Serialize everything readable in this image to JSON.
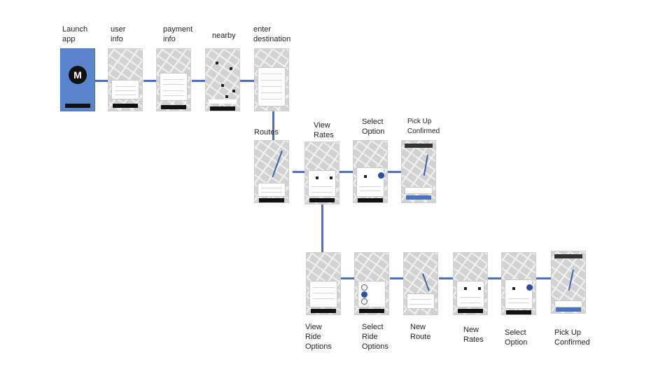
{
  "screens": [
    {
      "id": "launch",
      "label": "Launch\napp"
    },
    {
      "id": "user",
      "label": "user\ninfo"
    },
    {
      "id": "payment",
      "label": "payment\ninfo"
    },
    {
      "id": "nearby",
      "label": "nearby"
    },
    {
      "id": "destination",
      "label": "enter\ndestination"
    },
    {
      "id": "routes",
      "label": "Routes"
    },
    {
      "id": "view-rates",
      "label": "View\nRates"
    },
    {
      "id": "select-option",
      "label": "Select\nOption"
    },
    {
      "id": "pickup",
      "label": "Pick Up\nConfirmed"
    },
    {
      "id": "view-ride",
      "label": "View\nRide\nOptions"
    },
    {
      "id": "select-ride",
      "label": "Select\nRide\nOptions"
    },
    {
      "id": "new-route",
      "label": "New\nRoute"
    },
    {
      "id": "new-rates",
      "label": "New\nRates"
    },
    {
      "id": "select-option-2",
      "label": "Select\nOption"
    },
    {
      "id": "pickup-2",
      "label": "Pick Up\nConfirmed"
    }
  ],
  "launch_logo": "M"
}
